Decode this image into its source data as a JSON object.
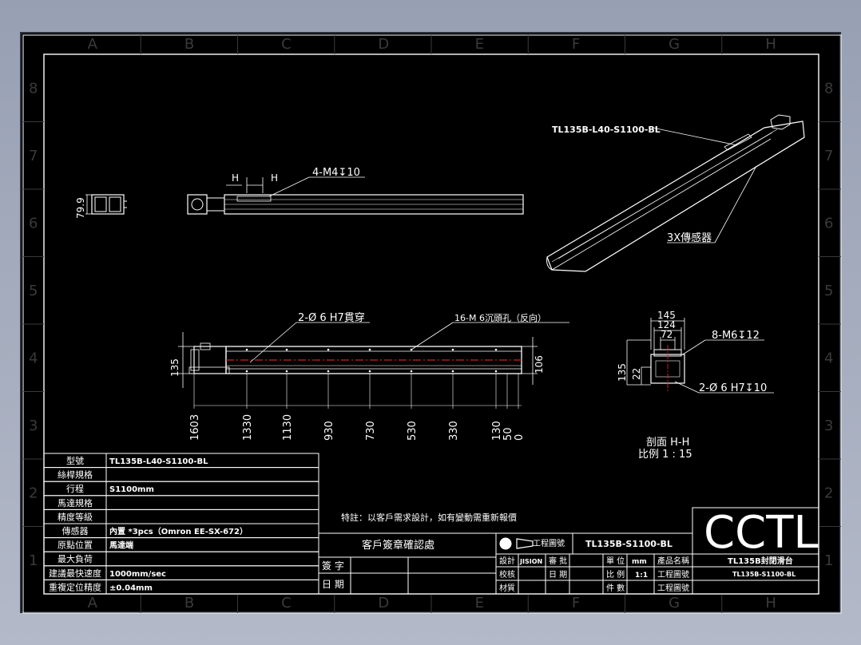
{
  "colors": {
    "background": "#000000",
    "line": "#ffffff",
    "border_letters": "#3a3a3a",
    "centerline": "#cc2222",
    "page": "#a5adbf"
  },
  "border": {
    "columns": [
      "A",
      "B",
      "C",
      "D",
      "E",
      "F",
      "G",
      "H"
    ],
    "rows": [
      "8",
      "7",
      "6",
      "5",
      "4",
      "3",
      "2",
      "1"
    ]
  },
  "top_view": {
    "dim_label": "4-M4↧10",
    "h_left": "H",
    "h_right": "H",
    "side_dim": "79.9"
  },
  "iso_view": {
    "model_label": "TL135B-L40-S1100-BL",
    "sensor_label": "3X傳感器"
  },
  "front_view": {
    "hole_label": "2-Ø 6  H7貫穿",
    "tap_label": "16-M 6沉頭孔（反向）",
    "height_left": "135",
    "height_right": "106",
    "dims": [
      "1603",
      "1330",
      "1130",
      "930",
      "730",
      "530",
      "330",
      "130",
      "50",
      "0"
    ]
  },
  "section_view": {
    "w1": "145",
    "w2": "124",
    "w3": "72",
    "tap": "8-M6↧12",
    "hole": "2-Ø 6  H7↧10",
    "h1": "135",
    "h2": "22",
    "title": "剖面  H-H",
    "scale": "比例  1 : 15"
  },
  "spec_table": {
    "rows": [
      {
        "label": "型號",
        "value": "TL135B-L40-S1100-BL"
      },
      {
        "label": "絲桿規格",
        "value": ""
      },
      {
        "label": "行程",
        "value": "S1100mm"
      },
      {
        "label": "馬達規格",
        "value": ""
      },
      {
        "label": "精度等級",
        "value": ""
      },
      {
        "label": "傳感器",
        "value": "內置 *3pcs（Omron EE-SX-672）"
      },
      {
        "label": "原點位置",
        "value": "馬達端"
      },
      {
        "label": "最大負荷",
        "value": ""
      },
      {
        "label": "建議最快速度",
        "value": "1000mm/sec"
      },
      {
        "label": "重複定位精度",
        "value": "±0.04mm"
      }
    ]
  },
  "note": "特註：以客戶需求設計，如有變動需重新報價",
  "customer_box": {
    "title": "客戶簽章確認處",
    "sign": "簽 字",
    "date": "日 期"
  },
  "title_block": {
    "projection": "工程圖號",
    "drawing_no": "TL135B-S1100-BL",
    "design": "設計",
    "designer": "JISION",
    "check": "校核",
    "material": "材質",
    "approve": "審 批",
    "date": "日 期",
    "unit": "單 位",
    "unit_val": "mm",
    "scale": "比 例",
    "scale_val": "1:1",
    "qty": "件 數",
    "product_name": "產品名稱",
    "drawing_num": "工程圖號",
    "drawing_num2": "工程圖號",
    "logo": "CCTL",
    "product": "TL135B封閉滑台",
    "part_no": "TL135B-S1100-BL"
  }
}
